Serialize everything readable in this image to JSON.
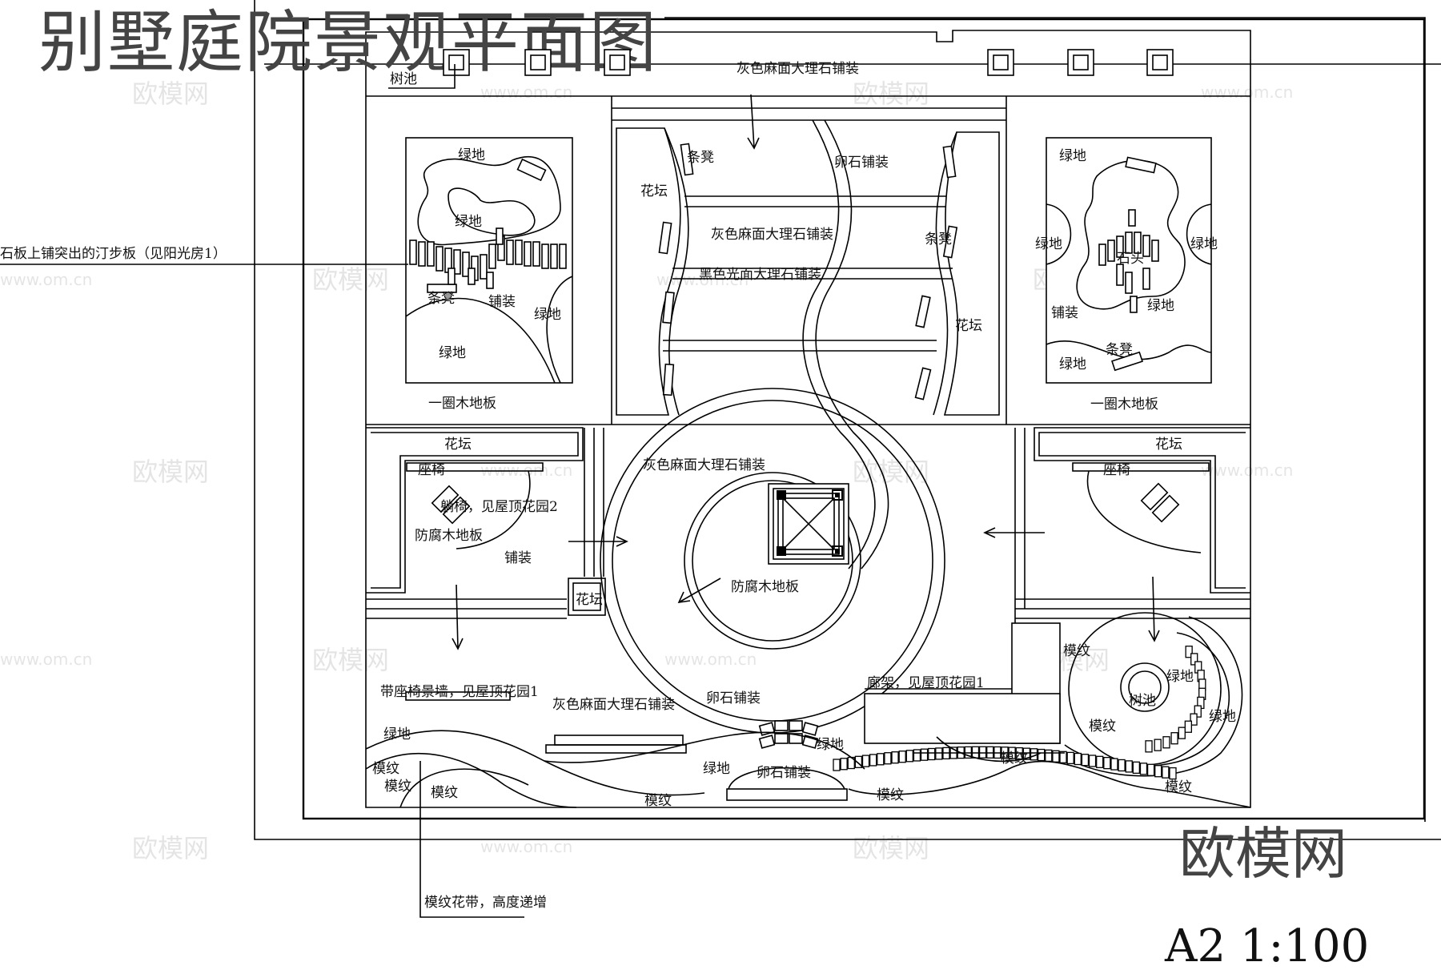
{
  "title": "别墅庭院景观平面图",
  "scale": "A2  1:100",
  "brand": "欧模网",
  "watermarks": {
    "cn": "欧模网",
    "url": "www.om.cn"
  },
  "labels": {
    "tree_pool_top": "树池",
    "paving_top": "灰色麻面大理石铺装",
    "bench_1": "条凳",
    "cobble_top": "卵石铺装",
    "flowerbed_left": "花坛",
    "paving_mid": "灰色麻面大理石铺装",
    "bench_2": "条凳",
    "black_paving": "黑色光面大理石铺装",
    "flowerbed_right": "花坛",
    "lawn_tl_1": "绿地",
    "lawn_tl_2": "绿地",
    "bench_tl": "条凳",
    "paving_tl": "铺装",
    "lawn_tl_3": "绿地",
    "lawn_tl_4": "绿地",
    "wood_ring_left": "一圈木地板",
    "lawn_tr_1": "绿地",
    "lawn_tr_2": "绿地",
    "lawn_tr_3": "绿地",
    "stone_tr": "石头",
    "paving_tr": "铺装",
    "lawn_tr_4": "绿地",
    "bench_tr": "条凳",
    "lawn_tr_5": "绿地",
    "wood_ring_right": "一圈木地板",
    "callout_stepping": "石板上铺突出的汀步板（见阳光房1）",
    "flowerbed_ml": "花坛",
    "seat_ml": "座椅",
    "deckchair_ml": "躺椅，见屋顶花园2",
    "deck_ml": "防腐木地板",
    "paving_ml": "铺装",
    "paving_center": "灰色麻面大理石铺装",
    "deck_center": "防腐木地板",
    "flowerbed_small": "花坛",
    "flowerbed_mr": "花坛",
    "seat_mr": "座椅",
    "wall_seat": "带座椅景墙，见屋顶花园1",
    "paving_bottom": "灰色麻面大理石铺装",
    "cobble_bottom": "卵石铺装",
    "pergola": "廊架，见屋顶花园1",
    "pattern_1": "模纹",
    "tree_pool_br": "树池",
    "lawn_br_1": "绿地",
    "lawn_br_2": "绿地",
    "pattern_2": "模纹",
    "pattern_3": "模纹",
    "pattern_4": "模纹",
    "lawn_bl": "绿地",
    "pattern_5": "模纹",
    "pattern_6": "模纹",
    "pattern_7": "模纹",
    "lawn_b1": "绿地",
    "lawn_b2": "绿地",
    "cobble_b": "卵石铺装",
    "pattern_8": "模纹",
    "pattern_9": "模纹",
    "callout_hedge": "模纹花带，高度递增"
  }
}
